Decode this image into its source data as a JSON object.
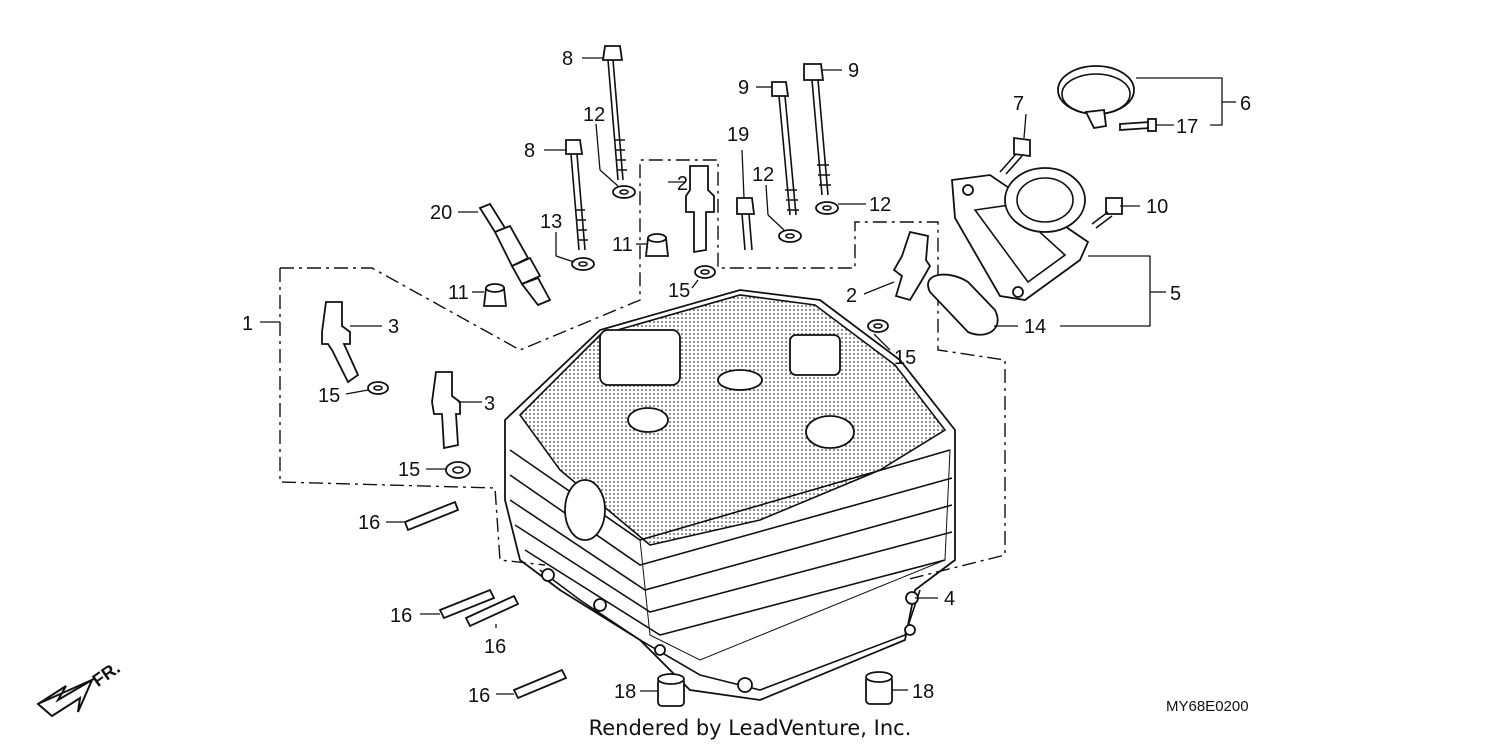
{
  "diagram": {
    "drawing_code": "MY68E0200",
    "credit": "Rendered by LeadVenture, Inc.",
    "direction_label": "FR.",
    "callouts": [
      {
        "id": "c1",
        "label": "1"
      },
      {
        "id": "c2a",
        "label": "2"
      },
      {
        "id": "c2b",
        "label": "2"
      },
      {
        "id": "c3a",
        "label": "3"
      },
      {
        "id": "c3b",
        "label": "3"
      },
      {
        "id": "c4",
        "label": "4"
      },
      {
        "id": "c5",
        "label": "5"
      },
      {
        "id": "c6",
        "label": "6"
      },
      {
        "id": "c7",
        "label": "7"
      },
      {
        "id": "c8a",
        "label": "8"
      },
      {
        "id": "c8b",
        "label": "8"
      },
      {
        "id": "c9a",
        "label": "9"
      },
      {
        "id": "c9b",
        "label": "9"
      },
      {
        "id": "c10",
        "label": "10"
      },
      {
        "id": "c11a",
        "label": "11"
      },
      {
        "id": "c11b",
        "label": "11"
      },
      {
        "id": "c12a",
        "label": "12"
      },
      {
        "id": "c12b",
        "label": "12"
      },
      {
        "id": "c12c",
        "label": "12"
      },
      {
        "id": "c13",
        "label": "13"
      },
      {
        "id": "c14",
        "label": "14"
      },
      {
        "id": "c15a",
        "label": "15"
      },
      {
        "id": "c15b",
        "label": "15"
      },
      {
        "id": "c15c",
        "label": "15"
      },
      {
        "id": "c15d",
        "label": "15"
      },
      {
        "id": "c16a",
        "label": "16"
      },
      {
        "id": "c16b",
        "label": "16"
      },
      {
        "id": "c16c",
        "label": "16"
      },
      {
        "id": "c16d",
        "label": "16"
      },
      {
        "id": "c17",
        "label": "17"
      },
      {
        "id": "c18a",
        "label": "18"
      },
      {
        "id": "c18b",
        "label": "18"
      },
      {
        "id": "c19",
        "label": "19"
      },
      {
        "id": "c20",
        "label": "20"
      }
    ]
  }
}
